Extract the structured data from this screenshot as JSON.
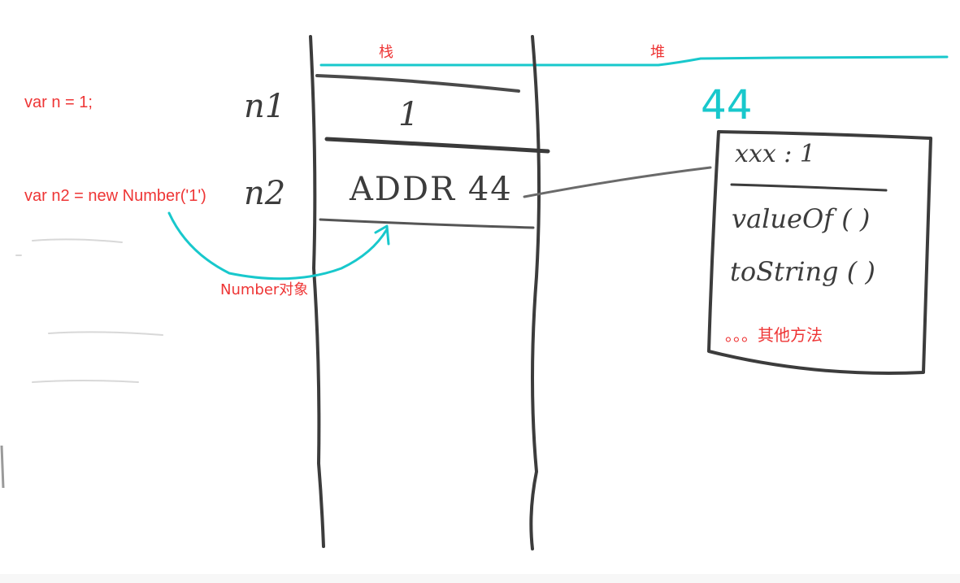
{
  "code": {
    "line1": "var n = 1;",
    "line2": "var n2 = new Number('1')"
  },
  "labels": {
    "stack": "栈",
    "heap": "堆",
    "number_object": "Number对象",
    "other_methods": "。。。其他方法"
  },
  "stack": {
    "var1_name": "n1",
    "var1_value": "1",
    "var2_name": "n2",
    "var2_value": "ADDR 44"
  },
  "heap": {
    "address": "44",
    "prop": "xxx : 1",
    "method1": "valueOf (  )",
    "method2": "toString (  )"
  },
  "colors": {
    "code_red": "#ee3535",
    "cyan": "#18c8cc",
    "pencil": "#3c3c3c"
  }
}
